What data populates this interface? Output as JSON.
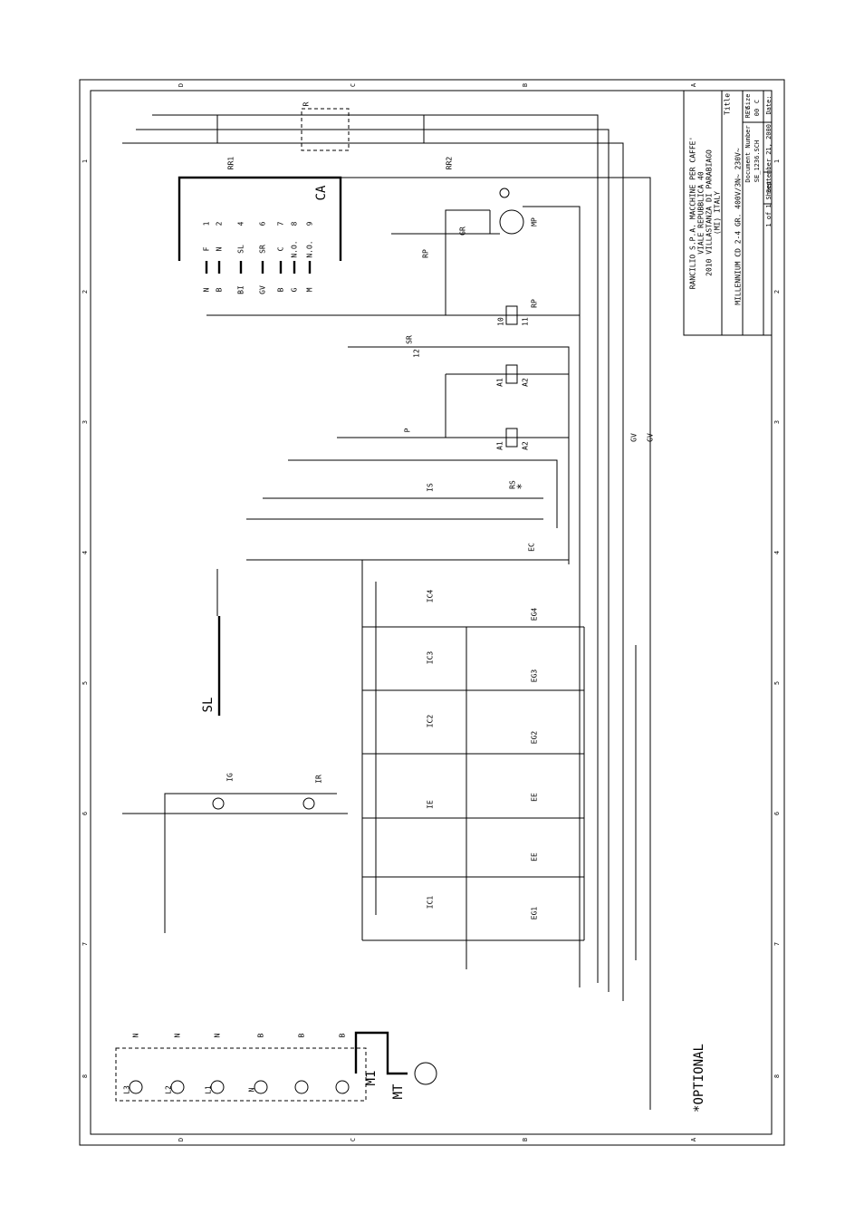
{
  "title_block": {
    "company": [
      "RANCILIO S.P.A. MACCHINE PER CAFFE'",
      "VIALE REPUBBLICA 40",
      "2010 VILLASTANZA DI PARABIAGO",
      "(MI) ITALY"
    ],
    "title_label": "Title",
    "title": "MILLENNIUM CD 2-4 GR. 400V/3N~ 230V~",
    "size_label": "Size",
    "size": "C",
    "docnum_label": "Document Number",
    "docnum": "SE_1236.SCH",
    "rev_label": "REV",
    "rev": "00",
    "date_label": "Date:",
    "date": "September 21, 2000",
    "sheet_label": "Sheet",
    "sheet_num": "1",
    "sheet_of": "of",
    "sheet_total": "1"
  },
  "border": {
    "numbers": [
      "1",
      "2",
      "3",
      "4",
      "5",
      "6",
      "7",
      "8"
    ],
    "letters": [
      "D",
      "C",
      "B",
      "A"
    ]
  },
  "labels": {
    "ca": "CA",
    "ca_top": [
      "F",
      "N",
      "SL",
      "SR",
      "C",
      "N.O.",
      "N.O."
    ],
    "ca_pins": [
      "1",
      "2",
      "4",
      "6",
      "7",
      "8",
      "9"
    ],
    "ca_wires": [
      "N",
      "B",
      "BI",
      "GV",
      "B",
      "G",
      "M"
    ],
    "sl": "SL",
    "m1": "M1",
    "mt": "MT",
    "optional": "*OPTIONAL",
    "terminal_wires": [
      "N",
      "N",
      "N",
      "B",
      "B",
      "B"
    ],
    "terminals": [
      "L3",
      "L2",
      "L1",
      "N"
    ],
    "rr1": "RR1",
    "rr2": "RR2",
    "r": "R",
    "rp": "RP",
    "mp": "MP",
    "p": "P",
    "sr": "SR",
    "is": "IS",
    "rs": "RS",
    "rs_star": "*",
    "ec": "EC",
    "ig": "IG",
    "ir": "IR",
    "ie": "IE",
    "ic": [
      "IC4",
      "IC3",
      "IC2",
      "IC1"
    ],
    "eg": [
      "EG4",
      "EG3",
      "EG2",
      "EG1"
    ],
    "ee": "EE",
    "a1": "A1",
    "a2": "A2",
    "pin10": "10",
    "pin11": "11",
    "pin12": "12",
    "gv": "GV",
    "gr": "GR"
  }
}
